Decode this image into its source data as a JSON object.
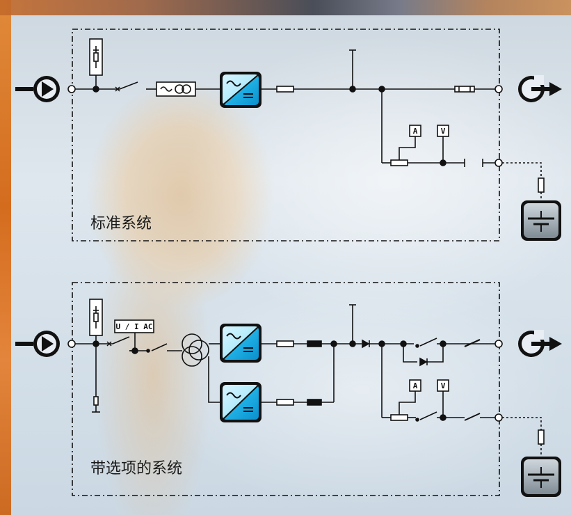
{
  "panels": {
    "standard": {
      "title": "标准系统"
    },
    "options": {
      "title": "带选项的系统"
    }
  },
  "meters": {
    "ammeter": "A",
    "voltmeter": "V",
    "monitor": "U / I AC"
  },
  "colors": {
    "line": "#111111",
    "inverter_light": "#b5ecff",
    "inverter_dark": "#1aa6dd",
    "battery": "#8e9aa3"
  }
}
